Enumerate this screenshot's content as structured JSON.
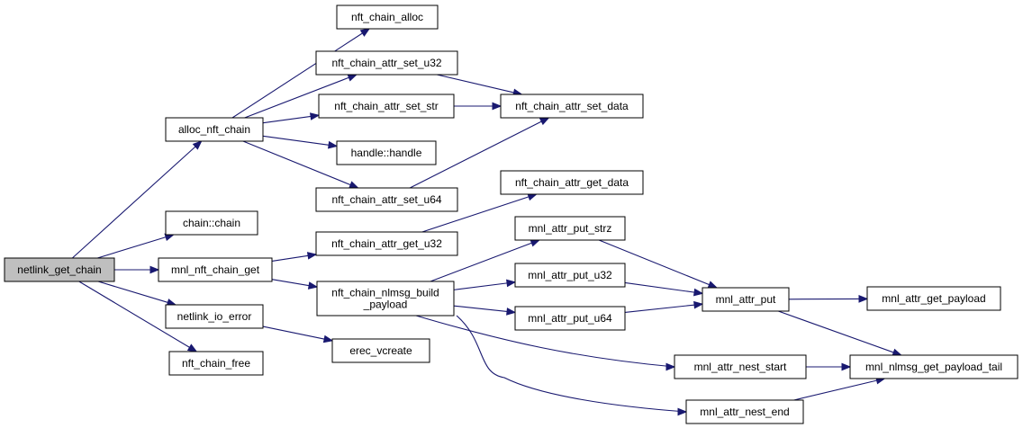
{
  "nodes": {
    "netlink_get_chain": {
      "lines": [
        "netlink_get_chain"
      ],
      "root": true
    },
    "alloc_nft_chain": {
      "lines": [
        "alloc_nft_chain"
      ]
    },
    "chain_chain": {
      "lines": [
        "chain::chain"
      ]
    },
    "mnl_nft_chain_get": {
      "lines": [
        "mnl_nft_chain_get"
      ]
    },
    "netlink_io_error": {
      "lines": [
        "netlink_io_error"
      ]
    },
    "nft_chain_free": {
      "lines": [
        "nft_chain_free"
      ]
    },
    "nft_chain_alloc": {
      "lines": [
        "nft_chain_alloc"
      ]
    },
    "nft_chain_attr_set_u32": {
      "lines": [
        "nft_chain_attr_set_u32"
      ]
    },
    "nft_chain_attr_set_str": {
      "lines": [
        "nft_chain_attr_set_str"
      ]
    },
    "handle_handle": {
      "lines": [
        "handle::handle"
      ]
    },
    "nft_chain_attr_set_u64": {
      "lines": [
        "nft_chain_attr_set_u64"
      ]
    },
    "nft_chain_attr_set_data": {
      "lines": [
        "nft_chain_attr_set_data"
      ]
    },
    "nft_chain_attr_get_data": {
      "lines": [
        "nft_chain_attr_get_data"
      ]
    },
    "nft_chain_attr_get_u32": {
      "lines": [
        "nft_chain_attr_get_u32"
      ]
    },
    "nft_chain_nlmsg_build_payload": {
      "lines": [
        "nft_chain_nlmsg_build",
        "_payload"
      ]
    },
    "erec_vcreate": {
      "lines": [
        "erec_vcreate"
      ]
    },
    "mnl_attr_put_strz": {
      "lines": [
        "mnl_attr_put_strz"
      ]
    },
    "mnl_attr_put_u32": {
      "lines": [
        "mnl_attr_put_u32"
      ]
    },
    "mnl_attr_put_u64": {
      "lines": [
        "mnl_attr_put_u64"
      ]
    },
    "mnl_attr_nest_start": {
      "lines": [
        "mnl_attr_nest_start"
      ]
    },
    "mnl_attr_nest_end": {
      "lines": [
        "mnl_attr_nest_end"
      ]
    },
    "mnl_attr_put": {
      "lines": [
        "mnl_attr_put"
      ]
    },
    "mnl_attr_get_payload": {
      "lines": [
        "mnl_attr_get_payload"
      ]
    },
    "mnl_nlmsg_get_payload_tail": {
      "lines": [
        "mnl_nlmsg_get_payload_tail"
      ]
    }
  },
  "edges": [
    [
      "netlink_get_chain",
      "alloc_nft_chain"
    ],
    [
      "netlink_get_chain",
      "chain_chain"
    ],
    [
      "netlink_get_chain",
      "mnl_nft_chain_get"
    ],
    [
      "netlink_get_chain",
      "netlink_io_error"
    ],
    [
      "netlink_get_chain",
      "nft_chain_free"
    ],
    [
      "alloc_nft_chain",
      "nft_chain_alloc"
    ],
    [
      "alloc_nft_chain",
      "nft_chain_attr_set_u32"
    ],
    [
      "alloc_nft_chain",
      "nft_chain_attr_set_str"
    ],
    [
      "alloc_nft_chain",
      "handle_handle"
    ],
    [
      "alloc_nft_chain",
      "nft_chain_attr_set_u64"
    ],
    [
      "nft_chain_attr_set_u32",
      "nft_chain_attr_set_data"
    ],
    [
      "nft_chain_attr_set_str",
      "nft_chain_attr_set_data"
    ],
    [
      "nft_chain_attr_set_u64",
      "nft_chain_attr_set_data"
    ],
    [
      "mnl_nft_chain_get",
      "nft_chain_attr_get_u32"
    ],
    [
      "mnl_nft_chain_get",
      "nft_chain_nlmsg_build_payload"
    ],
    [
      "nft_chain_attr_get_u32",
      "nft_chain_attr_get_data"
    ],
    [
      "netlink_io_error",
      "erec_vcreate"
    ],
    [
      "nft_chain_nlmsg_build_payload",
      "mnl_attr_put_strz"
    ],
    [
      "nft_chain_nlmsg_build_payload",
      "mnl_attr_put_u32"
    ],
    [
      "nft_chain_nlmsg_build_payload",
      "mnl_attr_put_u64"
    ],
    [
      "nft_chain_nlmsg_build_payload",
      "mnl_attr_nest_start"
    ],
    [
      "nft_chain_nlmsg_build_payload",
      "mnl_attr_nest_end"
    ],
    [
      "mnl_attr_put_strz",
      "mnl_attr_put"
    ],
    [
      "mnl_attr_put_u32",
      "mnl_attr_put"
    ],
    [
      "mnl_attr_put_u64",
      "mnl_attr_put"
    ],
    [
      "mnl_attr_put",
      "mnl_attr_get_payload"
    ],
    [
      "mnl_attr_put",
      "mnl_nlmsg_get_payload_tail"
    ],
    [
      "mnl_attr_nest_start",
      "mnl_nlmsg_get_payload_tail"
    ],
    [
      "mnl_attr_nest_end",
      "mnl_nlmsg_get_payload_tail"
    ]
  ]
}
